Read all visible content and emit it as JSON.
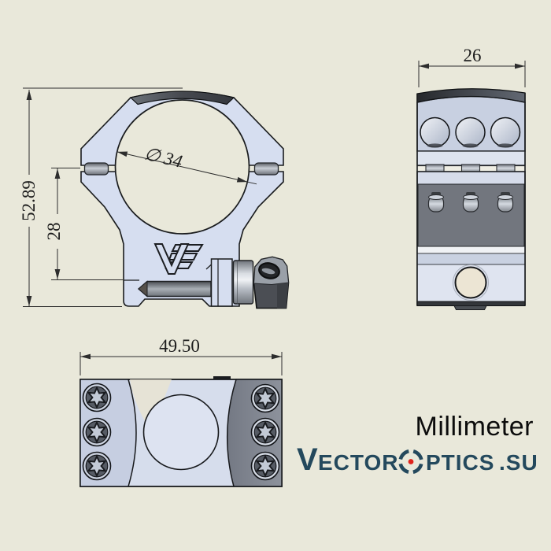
{
  "drawing": {
    "title": "scope-ring-mount-technical-drawing",
    "front_view": {
      "total_height": "52.89",
      "saddle_height": "28",
      "bore_diameter": "∅ 34"
    },
    "side_view": {
      "width": "26"
    },
    "top_view": {
      "length": "49.50"
    }
  },
  "unit_label": "Millimeter",
  "brand": {
    "part_v": "V",
    "part_ector": "ECTOR",
    "part_ptics": "PTICS",
    "part_su": ".SU"
  },
  "colors": {
    "background": "#e9e8da",
    "body_blue": "#d6def0",
    "line": "#1a1c1e",
    "dark_metal": "#4b4e54",
    "brand_navy": "#24495d",
    "brand_red": "#e0241c"
  }
}
